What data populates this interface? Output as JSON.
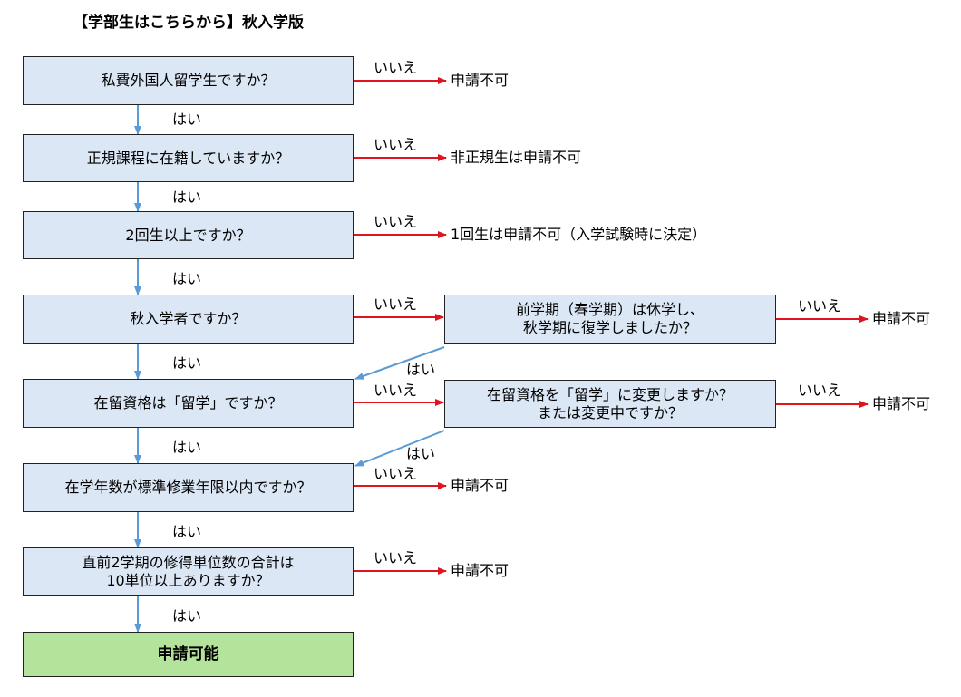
{
  "title": "【学部生はこちらから】秋入学版",
  "yes": "はい",
  "no": "いいえ",
  "questions": [
    "私費外国人留学生ですか？",
    "正規課程に在籍していますか？",
    "2回生以上ですか？",
    "秋入学者ですか？",
    "在留資格は「留学」ですか？",
    "在学年数が標準修業年限以内ですか？",
    "直前2学期の修得単位数の合計は\n10単位以上ありますか？"
  ],
  "side_questions": [
    "前学期（春学期）は休学し、\n秋学期に復学しましたか？",
    "在留資格を「留学」に変更しますか？\nまたは変更中ですか？"
  ],
  "results": {
    "not_eligible": "申請不可",
    "non_regular": "非正規生は申請不可",
    "first_year": "1回生は申請不可（入学試験時に決定）",
    "eligible": "申請可能"
  },
  "colors": {
    "box_fill": "#dbe7f5",
    "final_fill": "#b4e39c",
    "yes_arrow": "#5b9bd5",
    "no_arrow": "#e0141e"
  }
}
